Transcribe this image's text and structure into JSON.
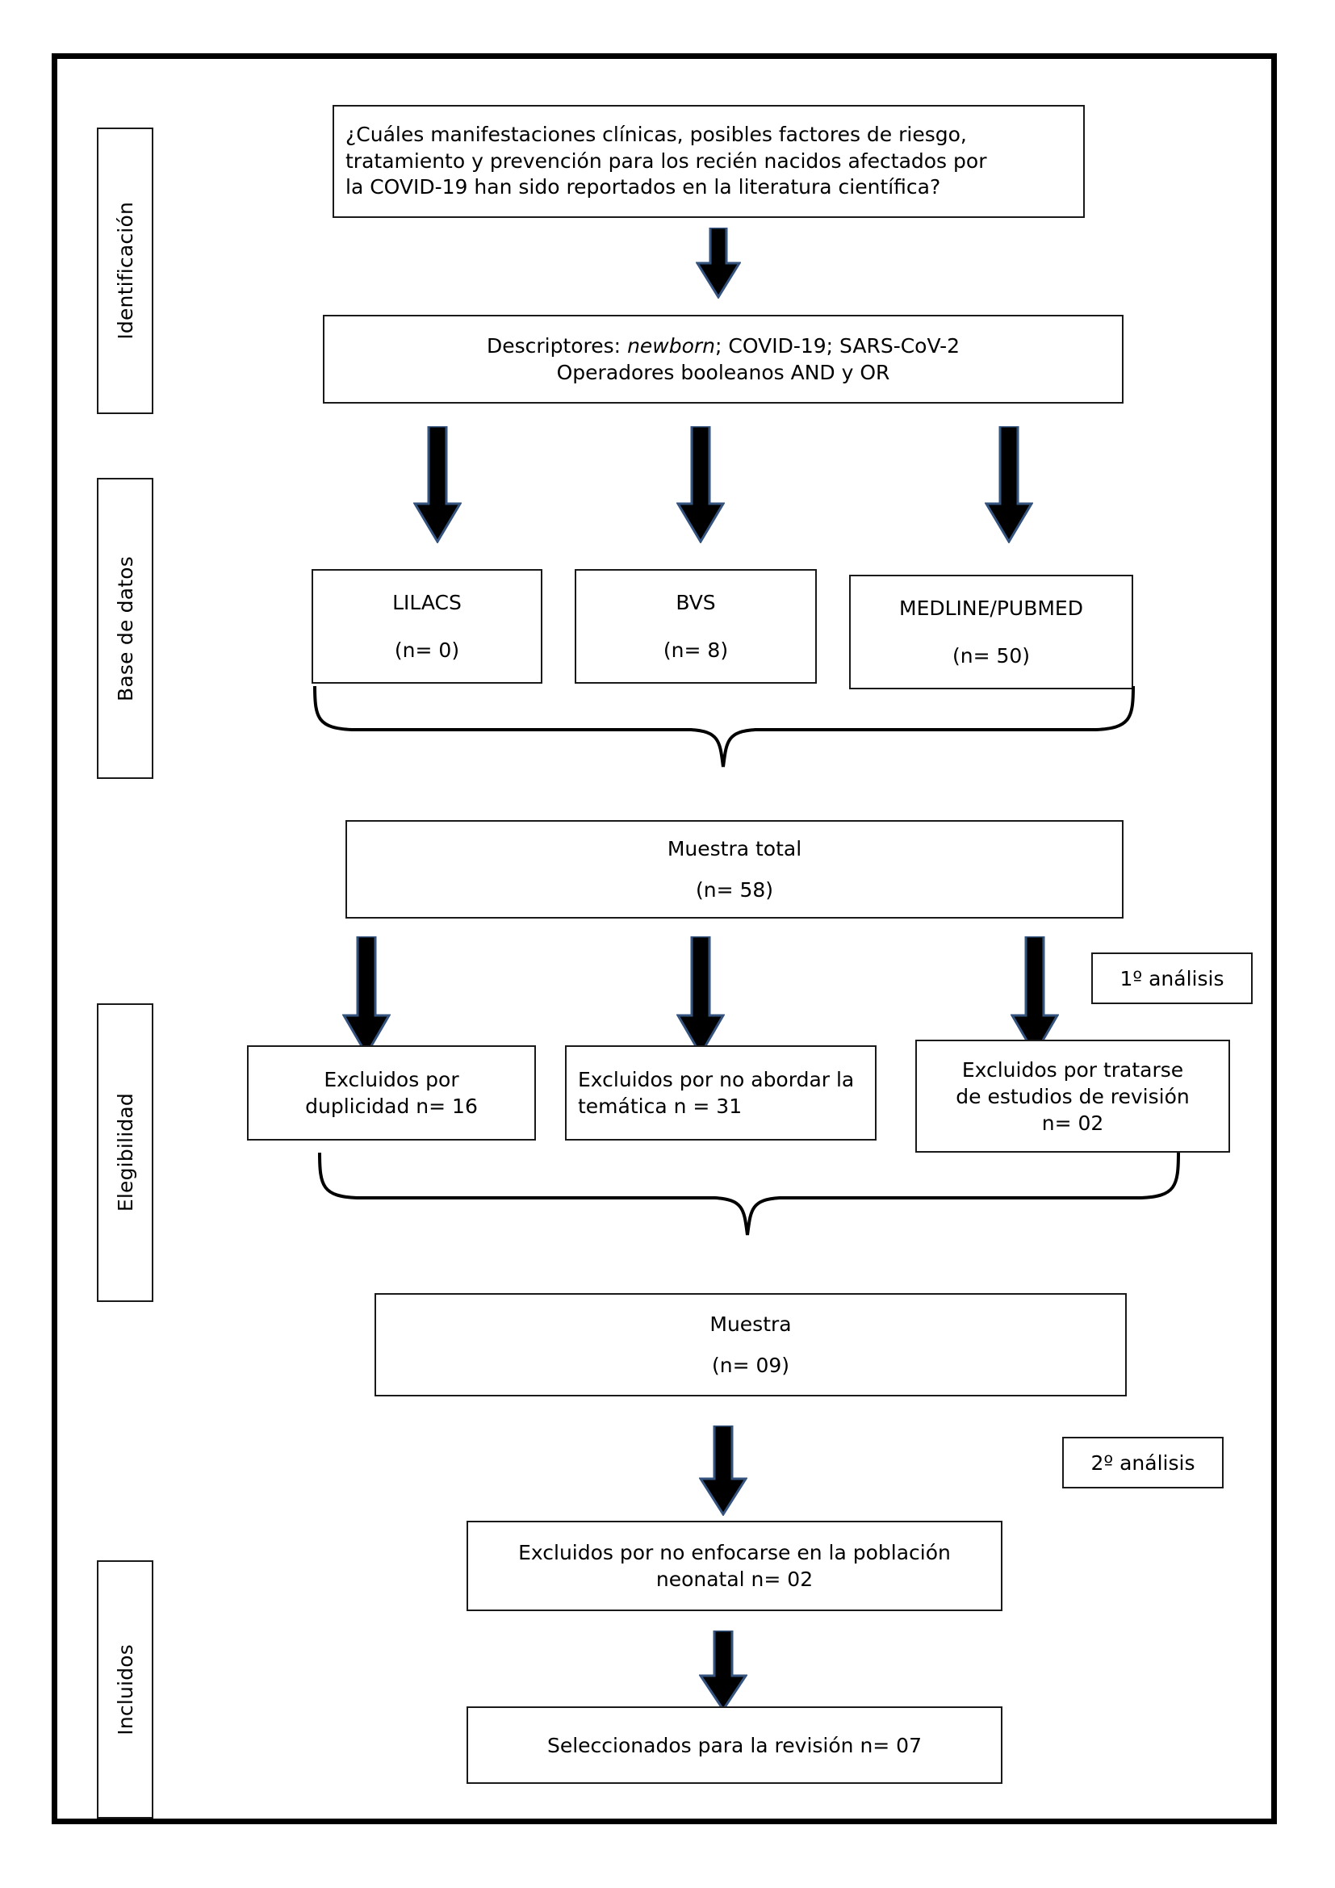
{
  "diagram": {
    "type": "prisma-flowchart",
    "language": "es",
    "colors": {
      "frame": "#000000",
      "box_border": "#1a1a1a",
      "arrow_fill": "#000000",
      "arrow_stroke": "#34537e",
      "text": "#000000",
      "background": "#ffffff"
    }
  },
  "stages": [
    {
      "id": "identificacion",
      "label": "Identificación"
    },
    {
      "id": "base-de-datos",
      "label": "Base de datos"
    },
    {
      "id": "elegibilidad",
      "label": "Elegibilidad"
    },
    {
      "id": "incluidos",
      "label": "Incluidos"
    }
  ],
  "notes": [
    {
      "id": "analisis-1",
      "label": "1º análisis"
    },
    {
      "id": "analisis-2",
      "label": "2º análisis"
    }
  ],
  "question_box": {
    "line1": "¿Cuáles manifestaciones clínicas, posibles factores de riesgo,",
    "line2": "tratamiento y prevención para los recién nacidos afectados por",
    "line3": "la COVID-19 han sido reportados en la literatura científica?",
    "full_text": "¿Cuáles manifestaciones clínicas, posibles factores de riesgo, tratamiento y prevención para los recién nacidos afectados por la COVID-19 han sido reportados en la literatura científica?"
  },
  "descriptors_box": {
    "prefix": "Descriptores: ",
    "italic_term": "newborn",
    "suffix": "; COVID-19; SARS-CoV-2",
    "line2": "Operadores booleanos AND y OR"
  },
  "databases": [
    {
      "id": "lilacs",
      "name": "LILACS",
      "count_label": "(n= 0)",
      "n": 0
    },
    {
      "id": "bvs",
      "name": "BVS",
      "count_label": "(n= 8)",
      "n": 8
    },
    {
      "id": "medline",
      "name": "MEDLINE/PUBMED",
      "count_label": "(n= 50)",
      "n": 50
    }
  ],
  "total_sample": {
    "title": "Muestra total",
    "count_label": "(n= 58)",
    "n": 58
  },
  "exclusions_first": [
    {
      "id": "duplicidad",
      "line1": "Excluidos por",
      "line2": "duplicidad n= 16",
      "n": 16,
      "align": "center"
    },
    {
      "id": "tematica",
      "line1": "Excluidos por no abordar la",
      "line2": "temática n = 31",
      "n": 31,
      "align": "left"
    },
    {
      "id": "revision",
      "line1": "Excluidos por tratarse",
      "line2": "de estudios de revisión",
      "line3": "n= 02",
      "n": 2,
      "align": "center"
    }
  ],
  "sample": {
    "title": "Muestra",
    "count_label": "(n= 09)",
    "n": 9
  },
  "exclusion_second": {
    "id": "poblacion-neonatal",
    "line1": "Excluidos por no enfocarse en la población",
    "line2": "neonatal n= 02",
    "n": 2
  },
  "included": {
    "id": "seleccionados",
    "label": "Seleccionados para la revisión n= 07",
    "n": 7
  }
}
